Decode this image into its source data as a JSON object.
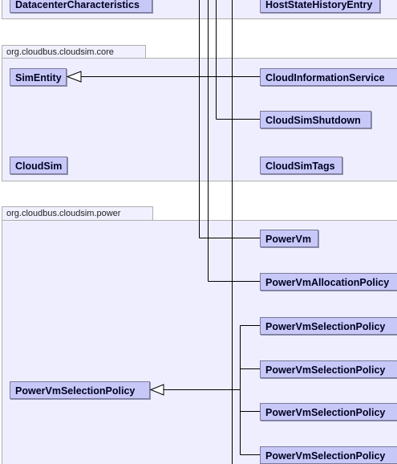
{
  "packages": {
    "core": {
      "name": "org.cloudbus.cloudsim.core"
    },
    "power": {
      "name": "org.cloudbus.cloudsim.power"
    }
  },
  "classes": {
    "datacenter_characteristics": "DatacenterCharacteristics",
    "host_state_history_entry": "HostStateHistoryEntry",
    "sim_entity": "SimEntity",
    "cloud_information_service": "CloudInformationService",
    "cloud_sim_shutdown": "CloudSimShutdown",
    "cloud_sim": "CloudSim",
    "cloud_sim_tags": "CloudSimTags",
    "power_vm": "PowerVm",
    "power_vm_allocation_policy": "PowerVmAllocationPolicy",
    "power_vm_selection_policy_a": "PowerVmSelectionPolicy",
    "power_vm_selection_policy_b": "PowerVmSelectionPolicy",
    "power_vm_selection_policy_c": "PowerVmSelectionPolicy",
    "power_vm_selection_policy_d": "PowerVmSelectionPolicy",
    "power_vm_selection_policy_base": "PowerVmSelectionPolicy"
  }
}
